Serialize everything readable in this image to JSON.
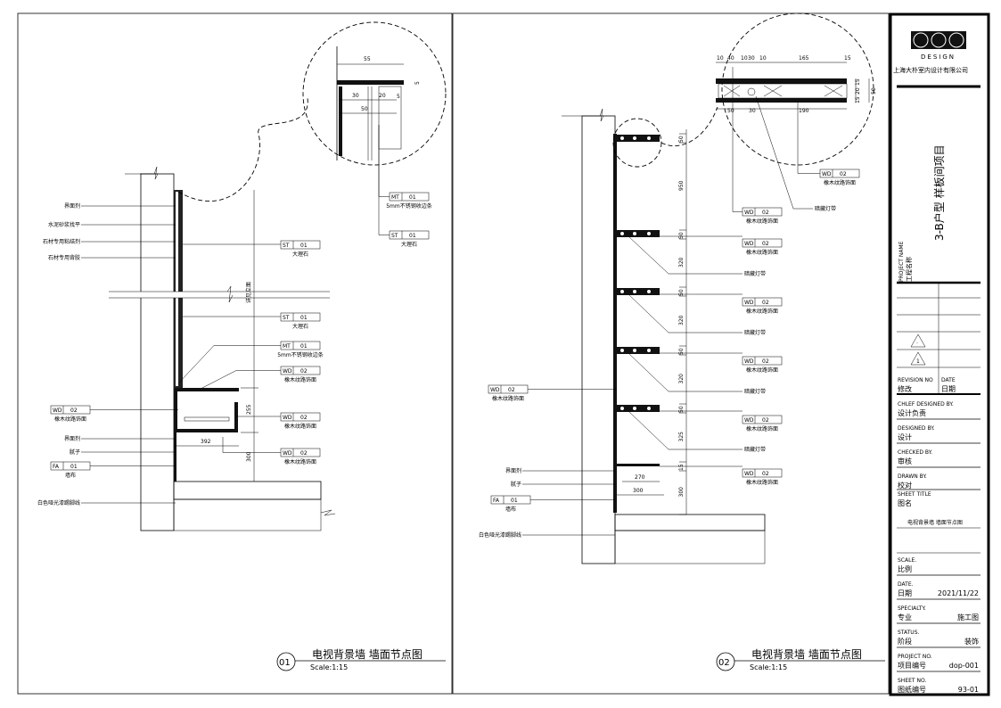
{
  "drawing1": {
    "number": "01",
    "title": "电视背景墙  墙面节点图",
    "scale": "Scale:1:15",
    "note": "详见立面",
    "left_labels": [
      "界面剂",
      "水泥砂浆找平",
      "石材专用粘结剂",
      "石材专用背胶",
      "界面剂",
      "腻子",
      "白色哑光漆踢脚线"
    ],
    "left_tags": [
      {
        "code": "WD",
        "num": "02",
        "desc": "橡木纹路饰面"
      },
      {
        "code": "FA",
        "num": "01",
        "desc": "墙布"
      }
    ],
    "right_tags": [
      {
        "code": "ST",
        "num": "01",
        "desc": "大理石"
      },
      {
        "code": "ST",
        "num": "01",
        "desc": "大理石"
      },
      {
        "code": "MT",
        "num": "01",
        "desc": "5mm不锈钢收边条"
      },
      {
        "code": "WD",
        "num": "02",
        "desc": "橡木纹路饰面"
      },
      {
        "code": "WD",
        "num": "02",
        "desc": "橡木纹路饰面"
      },
      {
        "code": "WD",
        "num": "02",
        "desc": "橡木纹路饰面"
      }
    ],
    "dims": {
      "box_height": "255",
      "box_width": "392",
      "base_height": "300"
    }
  },
  "detail1": {
    "dims": [
      "55",
      "30",
      "20",
      "50",
      "5",
      "5"
    ],
    "tags": [
      {
        "code": "MT",
        "num": "01",
        "desc": "5mm不锈钢收边条"
      },
      {
        "code": "ST",
        "num": "01",
        "desc": "大理石"
      }
    ]
  },
  "drawing2": {
    "number": "02",
    "title": "电视背景墙  墙面节点图",
    "scale": "Scale:1:15",
    "left_labels": [
      "界面剂",
      "腻子",
      "白色哑光漆踢脚线"
    ],
    "left_tags": [
      {
        "code": "WD",
        "num": "02",
        "desc": "橡木纹路饰面"
      },
      {
        "code": "FA",
        "num": "01",
        "desc": "墙布"
      }
    ],
    "right_tags": [
      {
        "code": "WD",
        "num": "02",
        "desc": "橡木纹路饰面"
      },
      {
        "code": "WD",
        "num": "02",
        "desc": "橡木纹路饰面"
      },
      {
        "code": "WD",
        "num": "02",
        "desc": "橡木纹路饰面"
      },
      {
        "code": "WD",
        "num": "02",
        "desc": "橡木纹路饰面"
      },
      {
        "code": "WD",
        "num": "02",
        "desc": "橡木纹路饰面"
      },
      {
        "code": "WD",
        "num": "02",
        "desc": "橡木纹路饰面"
      }
    ],
    "light_label": "暗藏灯带",
    "vdims": [
      "50",
      "950",
      "50",
      "320",
      "50",
      "320",
      "50",
      "320",
      "50",
      "325",
      "15",
      "300"
    ],
    "hdims": [
      "270",
      "300"
    ]
  },
  "detail2": {
    "top_dims": [
      "10",
      "40",
      "10",
      "30",
      "10",
      "165",
      "15"
    ],
    "bottom_dims": [
      "50",
      "30",
      "190"
    ],
    "side_dims": [
      "15",
      "20",
      "15",
      "50"
    ],
    "tags": [
      {
        "code": "WD",
        "num": "02",
        "desc": "橡木纹路饰面"
      }
    ],
    "light_label": "暗藏灯带"
  },
  "title_block": {
    "logo_text": "DESIGN",
    "company": "上海大朴室内设计有限公司",
    "project": "3-B户型 样板间项目",
    "project_name_en": "PROJECT NAME",
    "project_name_cn": "工程名称",
    "revisions": [
      "·",
      "1"
    ],
    "revision_no_en": "REVISION NO",
    "revision_no_cn": "修改",
    "date_en": "DATE",
    "date_cn": "日期",
    "chief_en": "CHLEF DESIGNED BY.",
    "chief_cn": "设计负责",
    "designed_en": "DESIGNED BY.",
    "designed_cn": "设计",
    "checked_en": "CHECKED BY.",
    "checked_cn": "审核",
    "drawn_en": "DRAWN BY.",
    "drawn_cn": "校对",
    "sheet_title_en": "SHEET TITLE",
    "sheet_title_cn": "图名",
    "sheet_title": "电视背景墙  墙面节点图",
    "scale_en": "SCALE.",
    "scale_cn": "比例",
    "date2_en": "DATE.",
    "date2_cn": "日期",
    "date_value": "2021/11/22",
    "specialty_en": "SPECIALTY.",
    "specialty_cn": "专业",
    "specialty_value": "施工图",
    "status_en": "STATUS.",
    "status_cn": "阶段",
    "status_value": "装饰",
    "project_no_en": "PROJECT NO.",
    "project_no_cn": "项目编号",
    "project_no_value": "dop-001",
    "sheet_no_en": "SHEET NO.",
    "sheet_no_cn": "图纸编号",
    "sheet_no_value": "93-01"
  }
}
